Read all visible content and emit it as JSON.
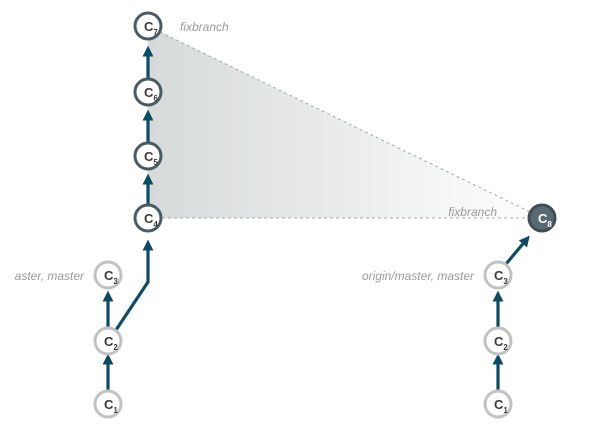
{
  "commits": {
    "c1_left": {
      "letter": "C",
      "sub": "1"
    },
    "c2_left": {
      "letter": "C",
      "sub": "2"
    },
    "c3_left": {
      "letter": "C",
      "sub": "3"
    },
    "c4": {
      "letter": "C",
      "sub": "4"
    },
    "c5": {
      "letter": "C",
      "sub": "5"
    },
    "c6": {
      "letter": "C",
      "sub": "6"
    },
    "c7": {
      "letter": "C",
      "sub": "7"
    },
    "c1_right": {
      "letter": "C",
      "sub": "1"
    },
    "c2_right": {
      "letter": "C",
      "sub": "2"
    },
    "c3_right": {
      "letter": "C",
      "sub": "3"
    },
    "c8": {
      "letter": "C",
      "sub": "8"
    }
  },
  "labels": {
    "left_master": "aster, master",
    "left_fixbranch": "fixbranch",
    "right_master": "origin/master, master",
    "right_fixbranch": "fixbranch"
  },
  "colors": {
    "arrow": "#0e4a62",
    "dark_ring": "#4a5b63",
    "light_ring": "#c2c2c2",
    "node_fill": "#ffffff",
    "c8_fill": "#5a6a72",
    "label_text": "#9a9a9a",
    "dashed_line": "#a8a8a8"
  }
}
